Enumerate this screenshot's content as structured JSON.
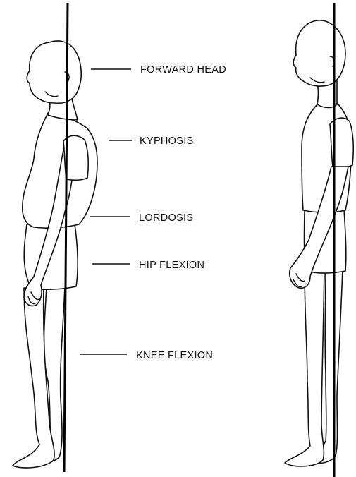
{
  "labels": {
    "forward_head": "FORWARD HEAD",
    "kyphosis": "KYPHOSIS",
    "lordosis": "LORDOSIS",
    "hip_flexion": "HIP FLEXION",
    "knee_flexion": "KNEE FLEXION"
  },
  "colors": {
    "ink": "#111111",
    "background": "#ffffff"
  }
}
